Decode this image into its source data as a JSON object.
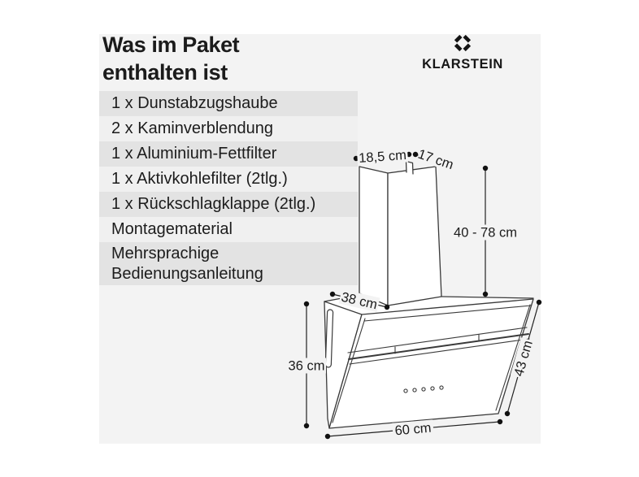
{
  "header": {
    "title": "Was im Paket\nenthalten ist"
  },
  "brand": {
    "name": "KLARSTEIN",
    "icon": "klarstein-diamond-icon"
  },
  "package_list": {
    "items": [
      "1 x Dunstabzugshaube",
      "2 x Kaminverblendung",
      "1 x Aluminium-Fettfilter",
      "1 x Aktivkohlefilter (2tlg.)",
      "1 x Rückschlagklappe (2tlg.)",
      "Montagematerial",
      "Mehrsprachige Bedienungsanleitung"
    ]
  },
  "diagram": {
    "dimensions": {
      "chimney_width": "18,5 cm",
      "chimney_depth": "17 cm",
      "chimney_height_range": "40 - 78 cm",
      "body_depth": "38 cm",
      "body_height": "36 cm",
      "glass_height": "43 cm",
      "body_width": "60 cm"
    }
  },
  "colors": {
    "panel": "#f3f3f3",
    "row_dark": "#e3e3e3",
    "row_light": "#f0f0f0",
    "ink": "#1b1b1b",
    "line": "#343434"
  }
}
